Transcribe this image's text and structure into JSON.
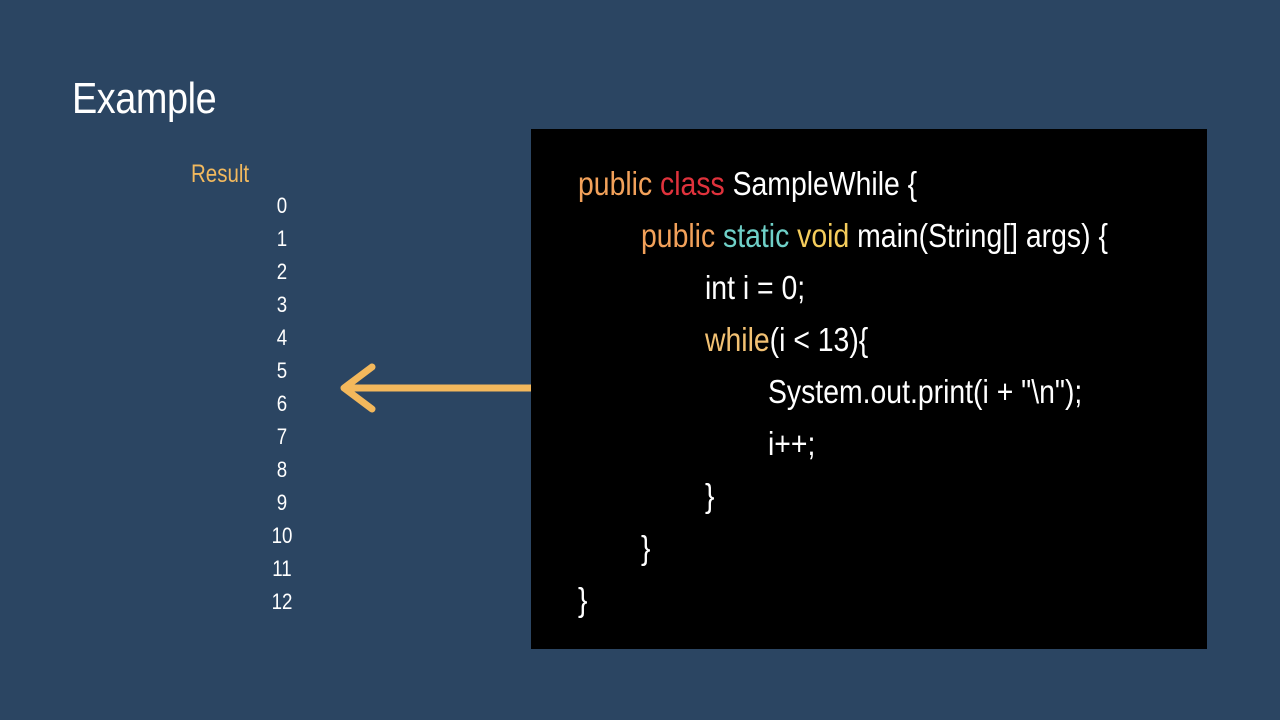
{
  "slide": {
    "title": "Example",
    "result_label": "Result",
    "output": [
      "0",
      "1",
      "2",
      "3",
      "4",
      "5",
      "6",
      "7",
      "8",
      "9",
      "10",
      "11",
      "12"
    ]
  },
  "code": {
    "line1": {
      "kw1": "public",
      "sp1": " ",
      "kw2": "class",
      "rest": " SampleWhile {"
    },
    "line2": {
      "kw1": "public",
      "sp1": " ",
      "kw2": "static",
      "sp2": " ",
      "kw3": "void",
      "rest": " main(String[] args) {"
    },
    "line3": {
      "text": "int i = 0;"
    },
    "line4": {
      "kw": "while",
      "rest": "(i < 13){"
    },
    "line5": {
      "text": "System.out.print(i + \"\\n\");"
    },
    "line6": {
      "text": "i++;"
    },
    "line7": {
      "text": "}"
    },
    "line8": {
      "text": "}"
    },
    "line9": {
      "text": "}"
    }
  },
  "colors": {
    "background": "#2b4562",
    "code_background": "#000000",
    "accent_orange": "#f2b95e",
    "keyword_public": "#f2a15a",
    "keyword_class": "#e0323c",
    "keyword_static": "#6fd0c8",
    "keyword_void": "#f5cd5c",
    "arrow": "#f3b85c"
  },
  "icons": {
    "arrow": "arrow-left-icon"
  }
}
